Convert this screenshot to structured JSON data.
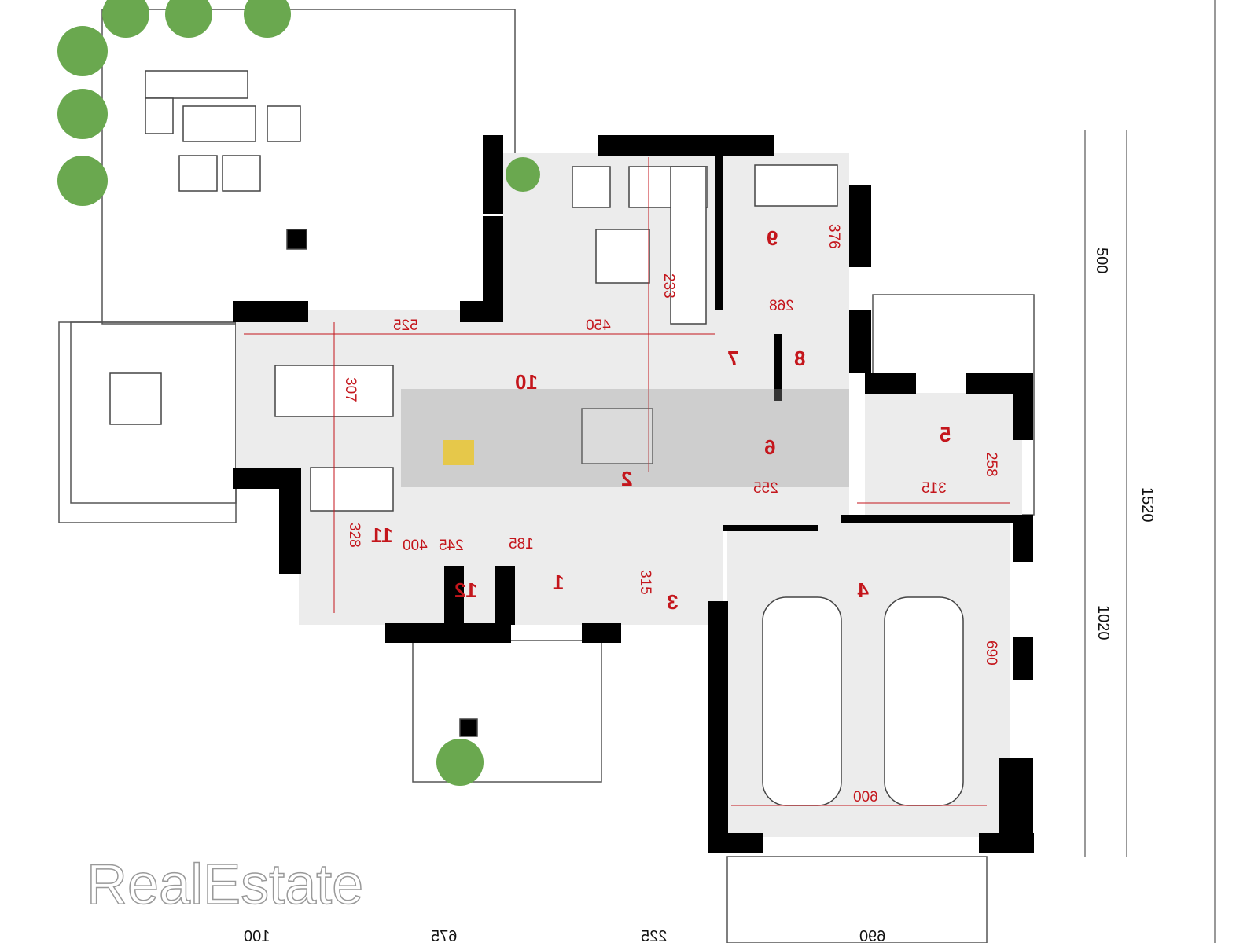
{
  "rooms": {
    "r1": "1",
    "r2": "2",
    "r3": "3",
    "r4": "4",
    "r5": "5",
    "r6": "6",
    "r7": "7",
    "r8": "8",
    "r9": "9",
    "r10": "10",
    "r11": "11",
    "r12": "12"
  },
  "dims": {
    "d525": "525",
    "d450": "450",
    "d233": "233",
    "d376": "376",
    "d268": "268",
    "d307": "307",
    "d258": "258",
    "d315a": "315",
    "d255": "255",
    "d328": "328",
    "d400": "400",
    "d245": "245",
    "d185": "185",
    "d315b": "315",
    "d690": "690",
    "d600": "600"
  },
  "outer_dims": {
    "right_top": "500",
    "right_total": "1520",
    "right_bottom": "1020",
    "bottom_1": "100",
    "bottom_2": "675",
    "bottom_3": "225",
    "bottom_4": "690"
  },
  "watermark": "RealEstate",
  "colors": {
    "wall": "#000000",
    "floor": "#ececec",
    "label": "#c4161c",
    "plant": "#6aa84f"
  }
}
